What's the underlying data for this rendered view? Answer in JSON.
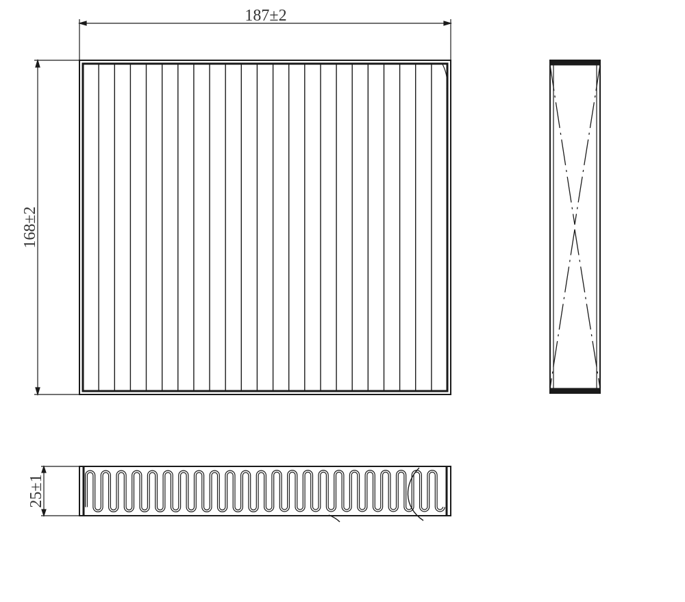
{
  "drawing": {
    "line_color": "#1a1a1a",
    "background": "#ffffff"
  },
  "dimensions": {
    "width": "187±2",
    "height": "168±2",
    "depth": "25±1"
  },
  "front_view": {
    "pleat_line_count": 22
  },
  "bottom_view": {
    "pleat_wave_count": 23
  }
}
